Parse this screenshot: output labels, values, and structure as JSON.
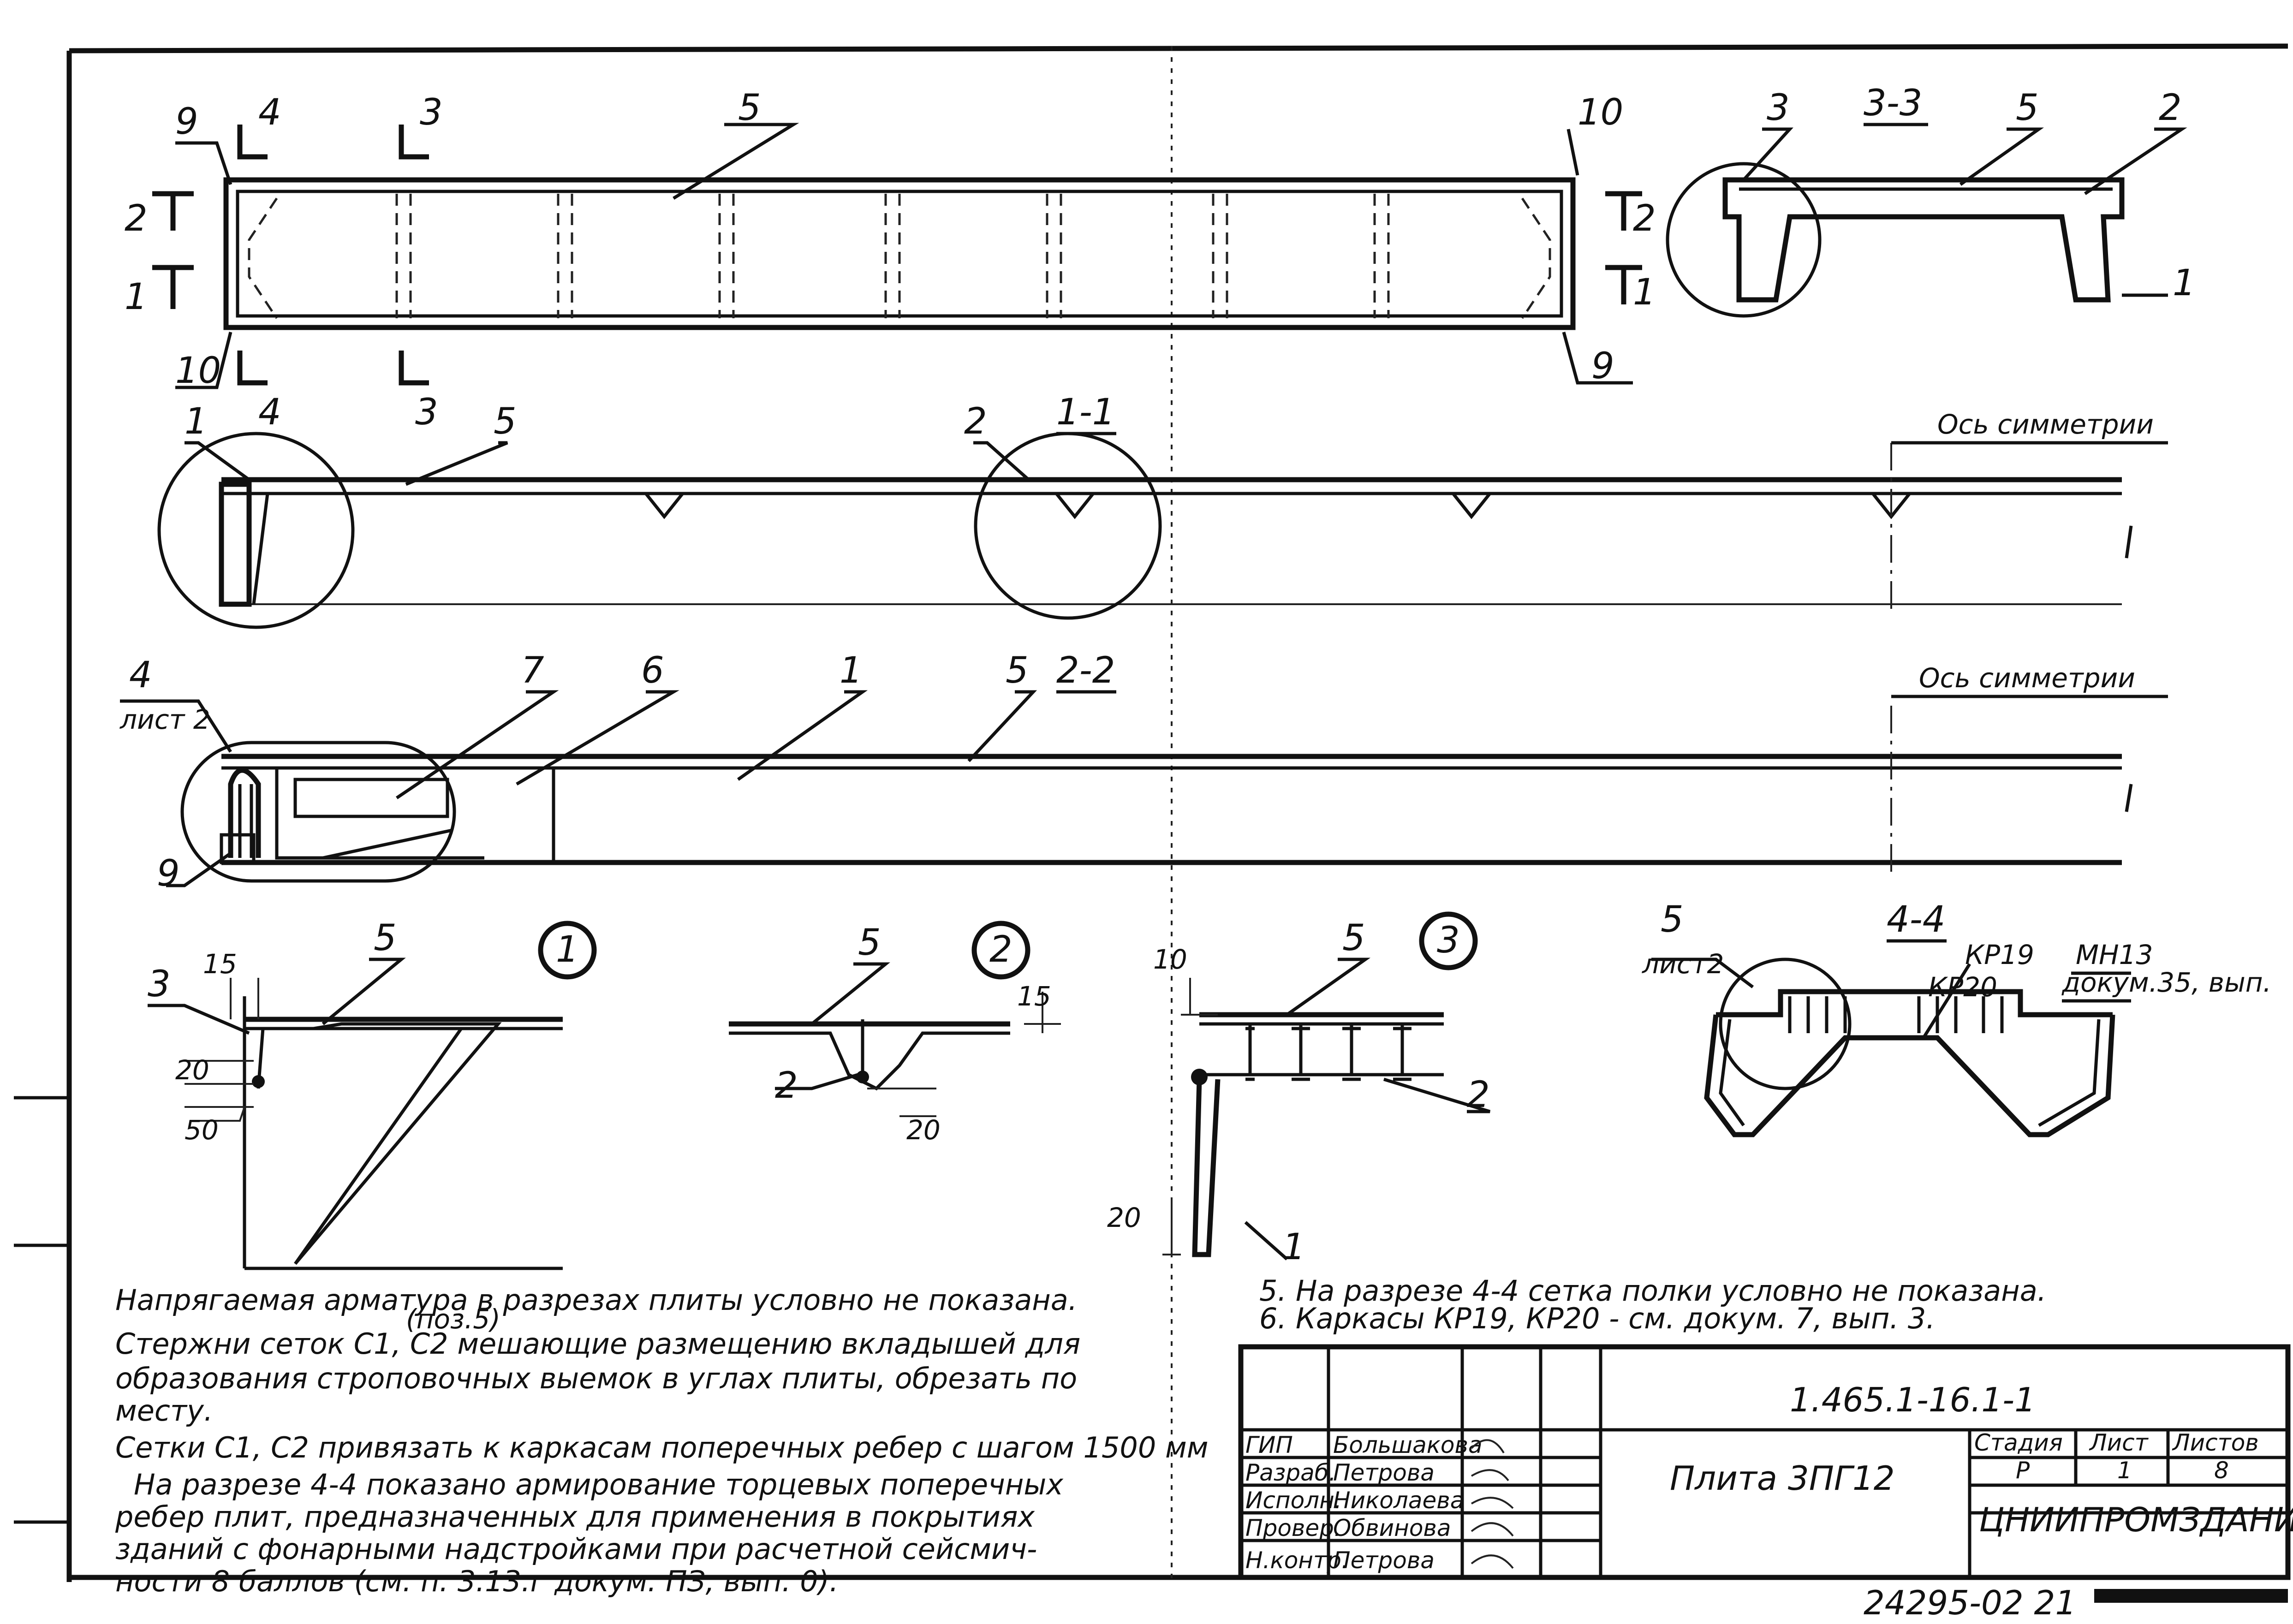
{
  "plan": {
    "leaders": [
      "9",
      "4",
      "3",
      "5",
      "10",
      "2",
      "1",
      "2",
      "1",
      "10",
      "4",
      "3",
      "9"
    ]
  },
  "section33": {
    "title": "3-3",
    "leaders": [
      "3",
      "5",
      "2",
      "1"
    ]
  },
  "section11": {
    "title": "1-1",
    "axis": "Ось симметрии",
    "leaders": [
      "1",
      "5",
      "2"
    ]
  },
  "section22": {
    "title": "2-2",
    "axis": "Ось симметрии",
    "ref_num": "4",
    "ref_sheet": "лист 2",
    "leaders": [
      "7",
      "6",
      "1",
      "5",
      "9"
    ]
  },
  "detail1": {
    "num": "1",
    "leaders": [
      "5",
      "3"
    ],
    "dims": [
      "15",
      "20",
      "50"
    ]
  },
  "detail2": {
    "num": "2",
    "leaders": [
      "5",
      "2"
    ],
    "dims": [
      "15",
      "20"
    ]
  },
  "detail3": {
    "num": "3",
    "leaders": [
      "10",
      "5",
      "2",
      "1"
    ],
    "dims": [
      "20"
    ]
  },
  "section44": {
    "title": "4-4",
    "ref_num": "5",
    "ref_sheet": "лист2",
    "labels": [
      "КР19",
      "КР20",
      "МН13",
      "докум.35, вып."
    ]
  },
  "notes": {
    "left": [
      "Напрягаемая арматура в разрезах плиты условно не показана.",
      "Стержни сеток С1, С2 мешающие размещению вкладышей для",
      "образования строповочных выемок в углах плиты, обрезать по",
      "месту.",
      "Сетки С1, С2 привязать к каркасам поперечных ребер с шагом 1500 мм",
      "На разрезе 4-4 показано армирование торцевых поперечных",
      "ребер плит, предназначенных для применения в покрытиях",
      "зданий с фонарными надстройками при расчетной сейсмич-",
      "ности 8 баллов (см. п. 3.13.г докум. ПЗ, вып. 0)."
    ],
    "left_insert": "(поз.5)",
    "right": [
      "5. На разрезе 4-4 сетка полки условно не показана.",
      "6. Каркасы КР19, КР20 - см. докум. 7, вып. 3."
    ]
  },
  "title_block": {
    "doc_code": "1.465.1-16.1-1",
    "roles": [
      "ГИП",
      "Разраб.",
      "Исполн.",
      "Провер.",
      "Н.контр."
    ],
    "names": [
      "Большакова",
      "Петрова",
      "Николаева",
      "Обвинова",
      "Петрова"
    ],
    "title": "Плита 3ПГ12",
    "stage_header": "Стадия",
    "sheet_header": "Лист",
    "sheets_header": "Листов",
    "stage": "Р",
    "sheet": "1",
    "sheets": "8",
    "org": "ЦНИИПРОМЗДАНИЙ"
  },
  "footer": {
    "archive": "24295-02 21"
  }
}
